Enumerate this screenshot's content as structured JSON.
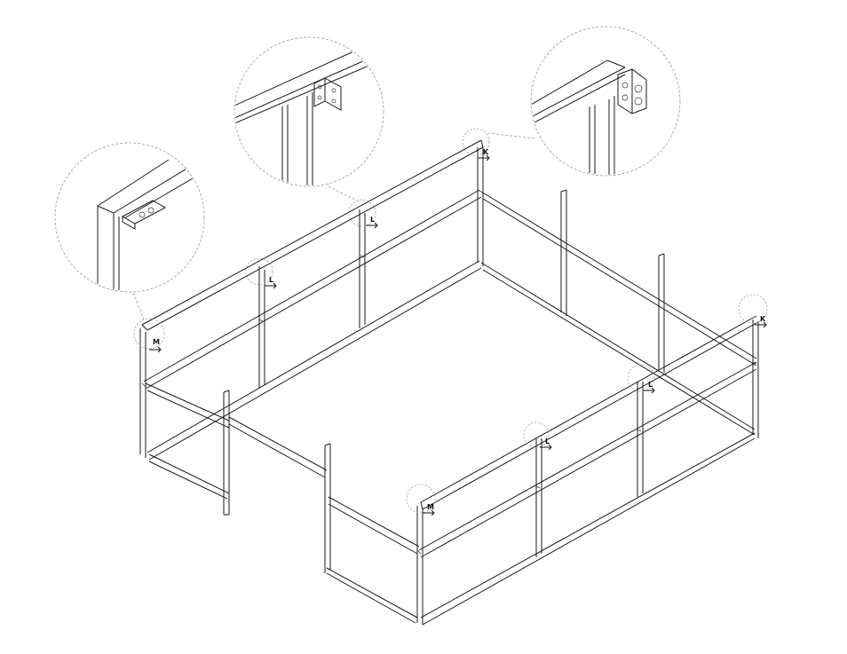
{
  "labels": {
    "k_rear": "K",
    "k_right": "K",
    "l_top_center": "L",
    "l_top_left": "L",
    "l_right_upper": "L",
    "l_right_lower": "L",
    "m_left": "M",
    "m_front": "M"
  },
  "details": [
    {
      "name": "bracket-detail-left"
    },
    {
      "name": "bracket-detail-center"
    },
    {
      "name": "bracket-detail-right"
    }
  ],
  "colors": {
    "line": "#1a1a1a",
    "callout": "#999999",
    "background": "#ffffff"
  }
}
